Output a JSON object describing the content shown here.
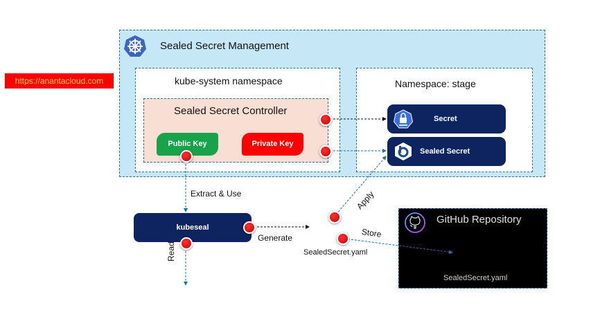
{
  "watermark": {
    "url": "https://anantacloud.com"
  },
  "cluster": {
    "title": "Sealed Secret Management",
    "icon": "kubernetes-helm-wheel-icon"
  },
  "kube_system": {
    "title": "kube-system namespace",
    "controller": {
      "title": "Sealed Secret Controller",
      "public_key": "Public Key",
      "private_key": "Private Key"
    }
  },
  "stage": {
    "title": "Namespace: stage",
    "secret": {
      "label": "Secret",
      "icon": "kubernetes-secret-icon"
    },
    "sealed_secret": {
      "label": "Sealed Secret",
      "icon": "bitnami-icon"
    }
  },
  "kubeseal": {
    "label": "kubeseal"
  },
  "flows": {
    "extract": "Extract & Use",
    "generate": "Generate",
    "read": "Read",
    "apply": "Apply",
    "store": "Store",
    "artifact": "SealedSecret.yaml"
  },
  "github": {
    "title": "GitHub Repository",
    "file": "SealedSecret.yaml",
    "icon": "github-octocat-icon"
  },
  "colors": {
    "cluster_bg": "#c6e7f6",
    "controller_bg": "#f9dfd3",
    "navy": "#0d2461",
    "public_key": "#16a34a",
    "private_key": "#ff0000",
    "connector_dot": "#e00000",
    "dash_blue": "#1f6fa8"
  }
}
